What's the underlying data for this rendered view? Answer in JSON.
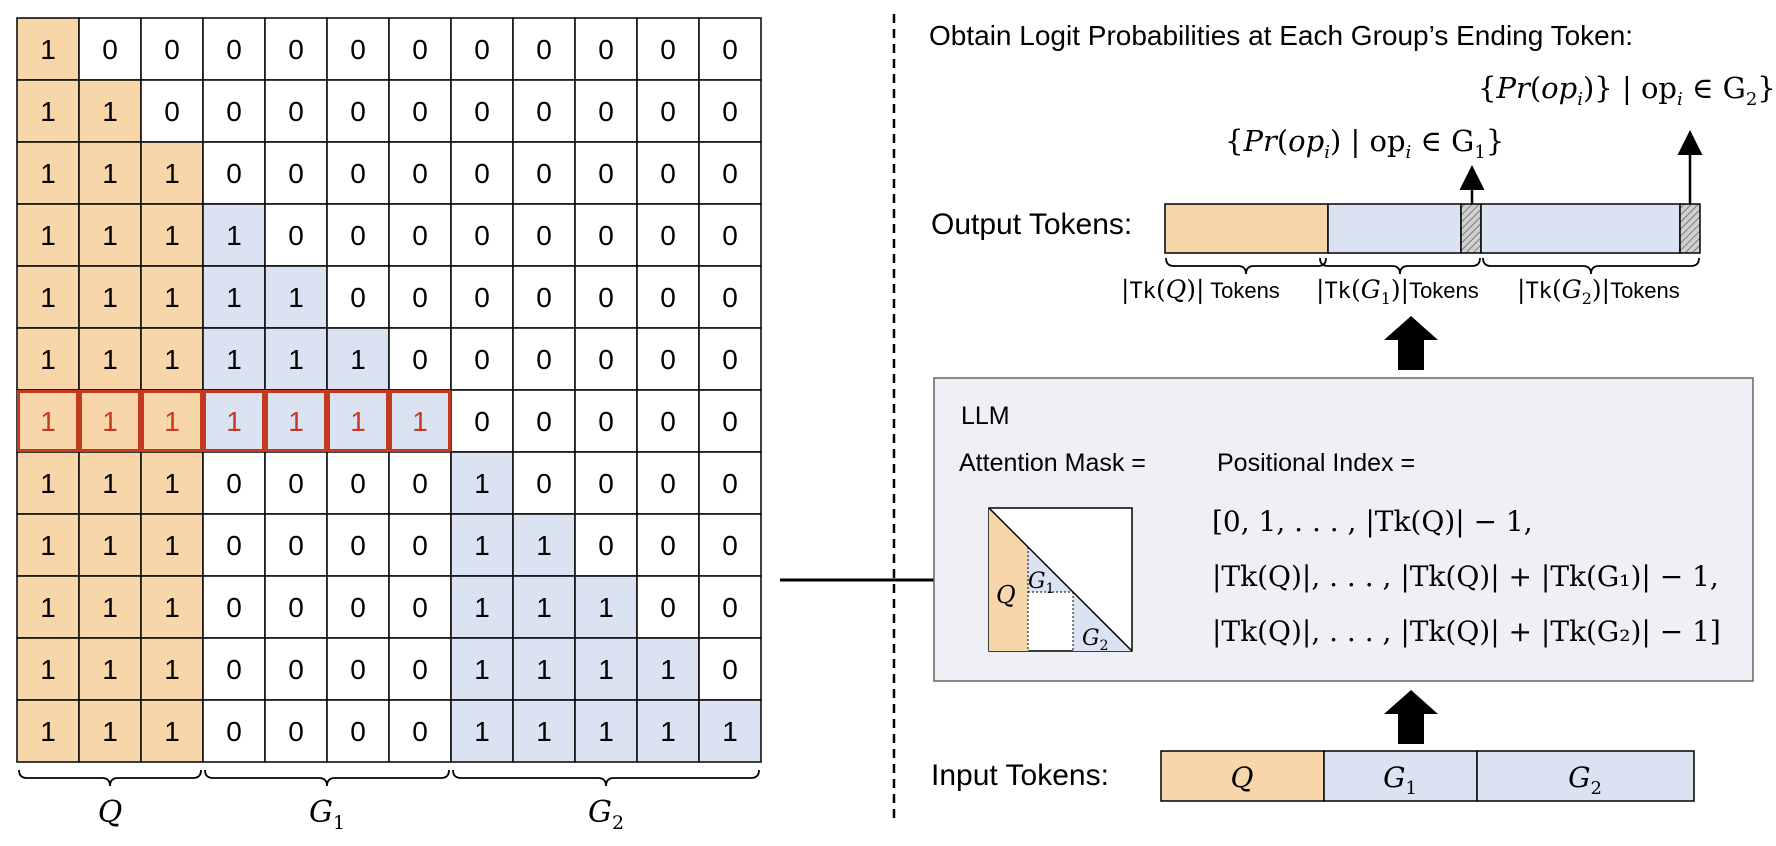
{
  "colors": {
    "query_fill": "#f7d6aa",
    "group_fill": "#dbe3f3",
    "highlight_stroke": "#c33a21",
    "highlight_text": "#c33a21",
    "llm_box_fill": "#eef0f5"
  },
  "matrix": {
    "rows": [
      [
        1,
        0,
        0,
        0,
        0,
        0,
        0,
        0,
        0,
        0,
        0,
        0
      ],
      [
        1,
        1,
        0,
        0,
        0,
        0,
        0,
        0,
        0,
        0,
        0,
        0
      ],
      [
        1,
        1,
        1,
        0,
        0,
        0,
        0,
        0,
        0,
        0,
        0,
        0
      ],
      [
        1,
        1,
        1,
        1,
        0,
        0,
        0,
        0,
        0,
        0,
        0,
        0
      ],
      [
        1,
        1,
        1,
        1,
        1,
        0,
        0,
        0,
        0,
        0,
        0,
        0
      ],
      [
        1,
        1,
        1,
        1,
        1,
        1,
        0,
        0,
        0,
        0,
        0,
        0
      ],
      [
        1,
        1,
        1,
        1,
        1,
        1,
        1,
        0,
        0,
        0,
        0,
        0
      ],
      [
        1,
        1,
        1,
        0,
        0,
        0,
        0,
        1,
        0,
        0,
        0,
        0
      ],
      [
        1,
        1,
        1,
        0,
        0,
        0,
        0,
        1,
        1,
        0,
        0,
        0
      ],
      [
        1,
        1,
        1,
        0,
        0,
        0,
        0,
        1,
        1,
        1,
        0,
        0
      ],
      [
        1,
        1,
        1,
        0,
        0,
        0,
        0,
        1,
        1,
        1,
        1,
        0
      ],
      [
        1,
        1,
        1,
        0,
        0,
        0,
        0,
        1,
        1,
        1,
        1,
        1
      ]
    ],
    "highlight_row_index": 6,
    "highlight_col_count": 7,
    "groups": [
      {
        "label": "Q",
        "start": 0,
        "end": 2
      },
      {
        "label": "G",
        "subscript": "1",
        "start": 3,
        "end": 6
      },
      {
        "label": "G",
        "subscript": "2",
        "start": 7,
        "end": 11
      }
    ]
  },
  "right_panel": {
    "heading": "Obtain Logit Probabilities at Each Group’s Ending Token:",
    "prob_g1": {
      "open": "{",
      "pr": "Pr",
      "op": "op",
      "i": "i",
      "member": ") | op",
      "in": " ∈ G",
      "sub": "1",
      "close": "}"
    },
    "prob_g2": {
      "open": "{",
      "pr": "Pr",
      "op": "op",
      "i": "i",
      "member": ")} | op",
      "in": " ∈ G",
      "sub": "2",
      "close": "}"
    },
    "output_label": "Output Tokens:",
    "brace_labels": [
      {
        "pre": "|",
        "tk": "Tk",
        "arg": "Q",
        "sub": "",
        "post": ")|",
        "suffix": " Tokens"
      },
      {
        "pre": "|",
        "tk": "Tk",
        "arg": "G",
        "sub": "1",
        "post": ")|",
        "suffix": "Tokens"
      },
      {
        "pre": "|",
        "tk": "Tk",
        "arg": "G",
        "sub": "2",
        "post": ")|",
        "suffix": "Tokens"
      }
    ],
    "llm": {
      "title": "LLM",
      "attention_label": "Attention Mask =",
      "positional_label": "Positional Index =",
      "mini_labels": {
        "q": "Q",
        "g1": "G",
        "g1_sub": "1",
        "g2": "G",
        "g2_sub": "2"
      },
      "index_lines": [
        "[0, 1, . . . , |Tk(Q)| − 1,",
        "|Tk(Q)|, . . . , |Tk(Q)| + |Tk(G₁)| − 1,",
        "|Tk(Q)|, . . . , |Tk(Q)| + |Tk(G₂)| − 1]"
      ]
    },
    "input_label": "Input Tokens:",
    "input_segments": [
      {
        "label": "Q",
        "sub": ""
      },
      {
        "label": "G",
        "sub": "1"
      },
      {
        "label": "G",
        "sub": "2"
      }
    ]
  }
}
